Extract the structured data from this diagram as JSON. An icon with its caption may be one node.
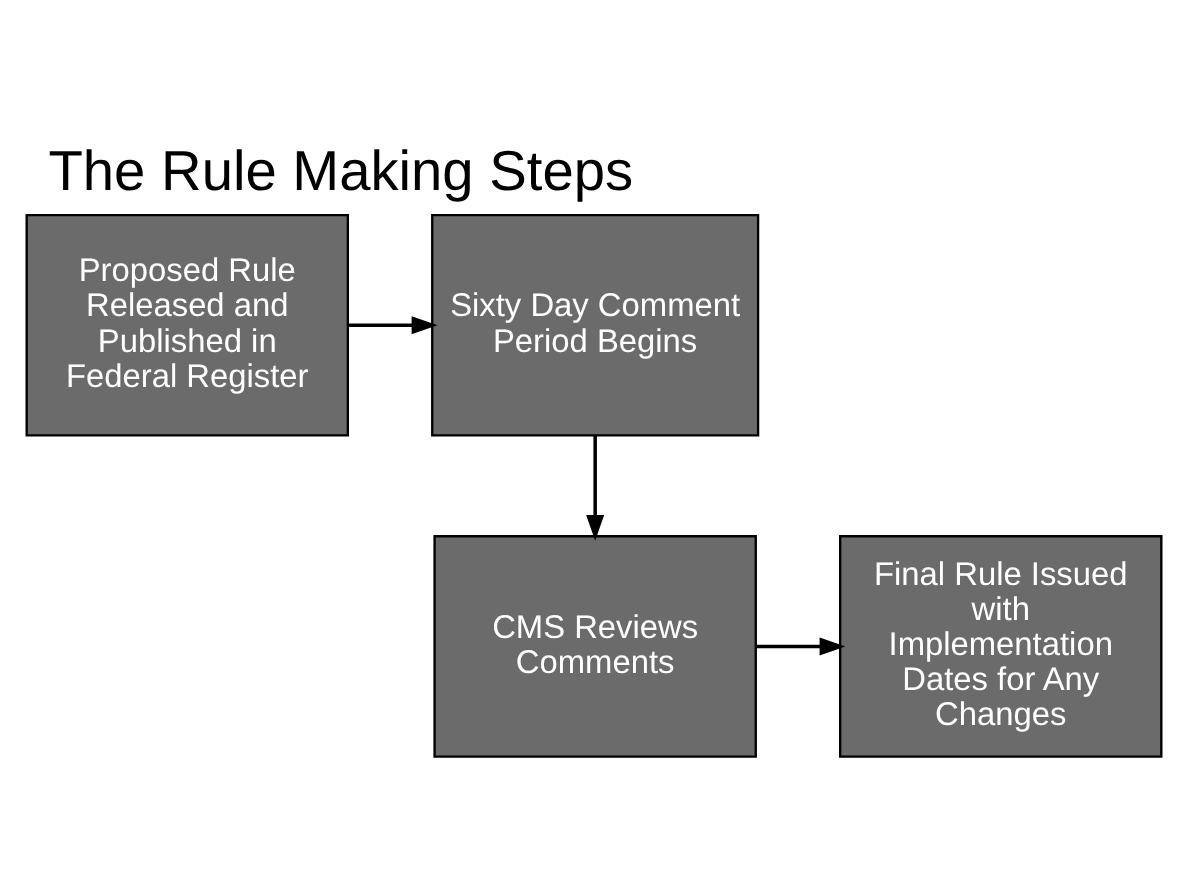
{
  "diagram": {
    "title": "The Rule Making Steps",
    "nodes": [
      {
        "text": [
          "Proposed Rule Released and Published in Federal Register"
        ]
      },
      {
        "text": [
          "Sixty Day Comment Period Begins"
        ]
      },
      {
        "text": [
          "CMS Reviews Comments"
        ]
      },
      {
        "text": [
          "Final Rule Issued with Implementation Dates for Any Changes"
        ]
      }
    ],
    "edges": [
      {
        "from": 0,
        "to": 1,
        "arrow": "to"
      },
      {
        "from": 1,
        "to": 2,
        "arrow": "to"
      },
      {
        "from": 2,
        "to": 3,
        "arrow": "to"
      }
    ]
  }
}
